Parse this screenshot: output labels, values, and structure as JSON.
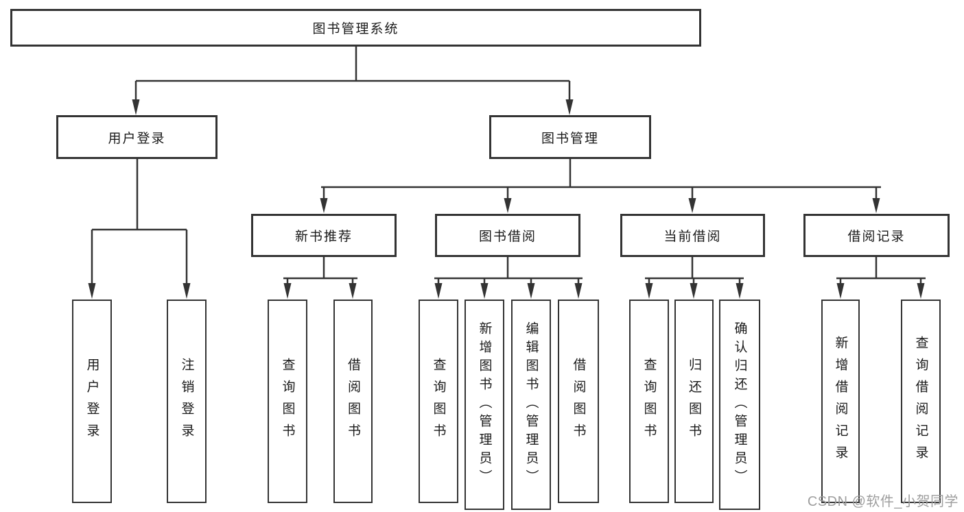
{
  "diagram_title": "图书管理系统",
  "colors": {
    "line": "#333333",
    "box_border": "#333333",
    "text": "#1a1a1a",
    "background": "#ffffff",
    "watermark": "#9e9e9e"
  },
  "tree": {
    "root": "图书管理系统",
    "level2": [
      {
        "label": "用户登录"
      },
      {
        "label": "图书管理"
      }
    ],
    "level3": [
      {
        "label": "新书推荐"
      },
      {
        "label": "图书借阅"
      },
      {
        "label": "当前借阅"
      },
      {
        "label": "借阅记录"
      }
    ],
    "leaves": [
      {
        "label": "用户登录",
        "parent": "用户登录"
      },
      {
        "label": "注销登录",
        "parent": "用户登录"
      },
      {
        "label": "查询图书",
        "parent": "新书推荐"
      },
      {
        "label": "借阅图书",
        "parent": "新书推荐"
      },
      {
        "label": "查询图书",
        "parent": "图书借阅"
      },
      {
        "label": "新增图书（管理员）",
        "parent": "图书借阅"
      },
      {
        "label": "编辑图书（管理员）",
        "parent": "图书借阅"
      },
      {
        "label": "借阅图书",
        "parent": "图书借阅"
      },
      {
        "label": "查询图书",
        "parent": "当前借阅"
      },
      {
        "label": "归还图书",
        "parent": "当前借阅"
      },
      {
        "label": "确认归还（管理员）",
        "parent": "当前借阅"
      },
      {
        "label": "新增借阅记录",
        "parent": "借阅记录"
      },
      {
        "label": "查询借阅记录",
        "parent": "借阅记录"
      }
    ]
  },
  "watermark": "CSDN @软件_小贺同学"
}
